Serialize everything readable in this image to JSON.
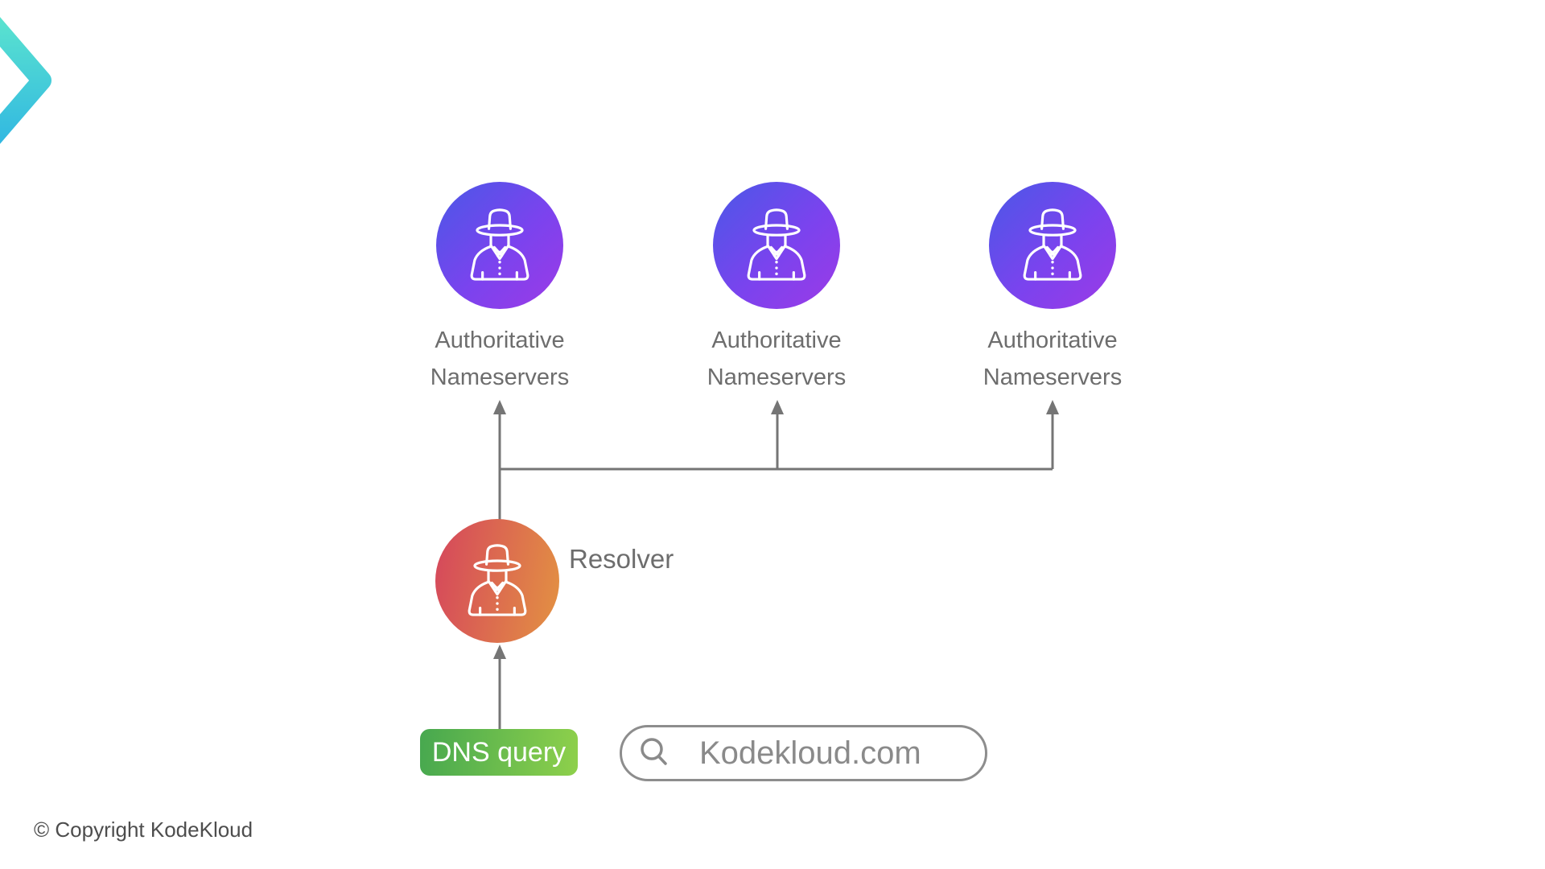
{
  "logo": {
    "icon": "kodekloud-chevron-icon"
  },
  "diagram": {
    "nameservers": [
      {
        "line1": "Authoritative",
        "line2": "Nameservers"
      },
      {
        "line1": "Authoritative",
        "line2": "Nameservers"
      },
      {
        "line1": "Authoritative",
        "line2": "Nameservers"
      }
    ],
    "resolver": {
      "label": "Resolver"
    },
    "dns_query": {
      "label": "DNS query"
    },
    "search": {
      "value": "Kodekloud.com",
      "icon": "magnifier-icon"
    }
  },
  "footer": {
    "copyright": "© Copyright KodeKloud"
  },
  "colors": {
    "nameserver_gradient_start": "#4a58e7",
    "nameserver_gradient_end": "#9c3ae6",
    "resolver_gradient_start": "#d5465c",
    "resolver_gradient_end": "#e39242",
    "dns_query_gradient_start": "#47a84f",
    "dns_query_gradient_end": "#8ed04b",
    "logo_gradient_start": "#60e9cc",
    "logo_gradient_end": "#2cb2e4",
    "connector_line": "#757575",
    "label_text": "#6d6d6d",
    "search_border": "#8d8d8d",
    "search_text": "#8a8a8a",
    "copyright_text": "#4d4d4d",
    "person_icon_stroke": "#ffffff"
  }
}
